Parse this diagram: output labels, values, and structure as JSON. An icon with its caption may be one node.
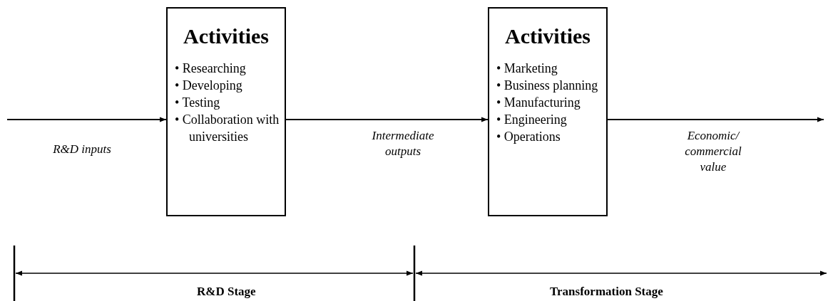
{
  "diagram": {
    "nodes": [
      {
        "text": [
          "Activities",
          "• Researching",
          "• Developing",
          "• Testing",
          "• Collaboration with universities"
        ]
      },
      {
        "text": [
          "Activities",
          "• Marketing",
          "• Business planning",
          "• Manufacturing",
          "• Engineering",
          "• Operations"
        ]
      }
    ],
    "edges": [
      {
        "from": null,
        "to": 0,
        "arrow": "to",
        "label": "R&D inputs"
      },
      {
        "from": 0,
        "to": 1,
        "arrow": "to",
        "label": "Intermediate outputs"
      },
      {
        "from": 1,
        "to": null,
        "arrow": "to",
        "label": "Economic/ commercial value"
      }
    ],
    "labels": [
      "R&D Stage",
      "Transformation Stage"
    ]
  }
}
